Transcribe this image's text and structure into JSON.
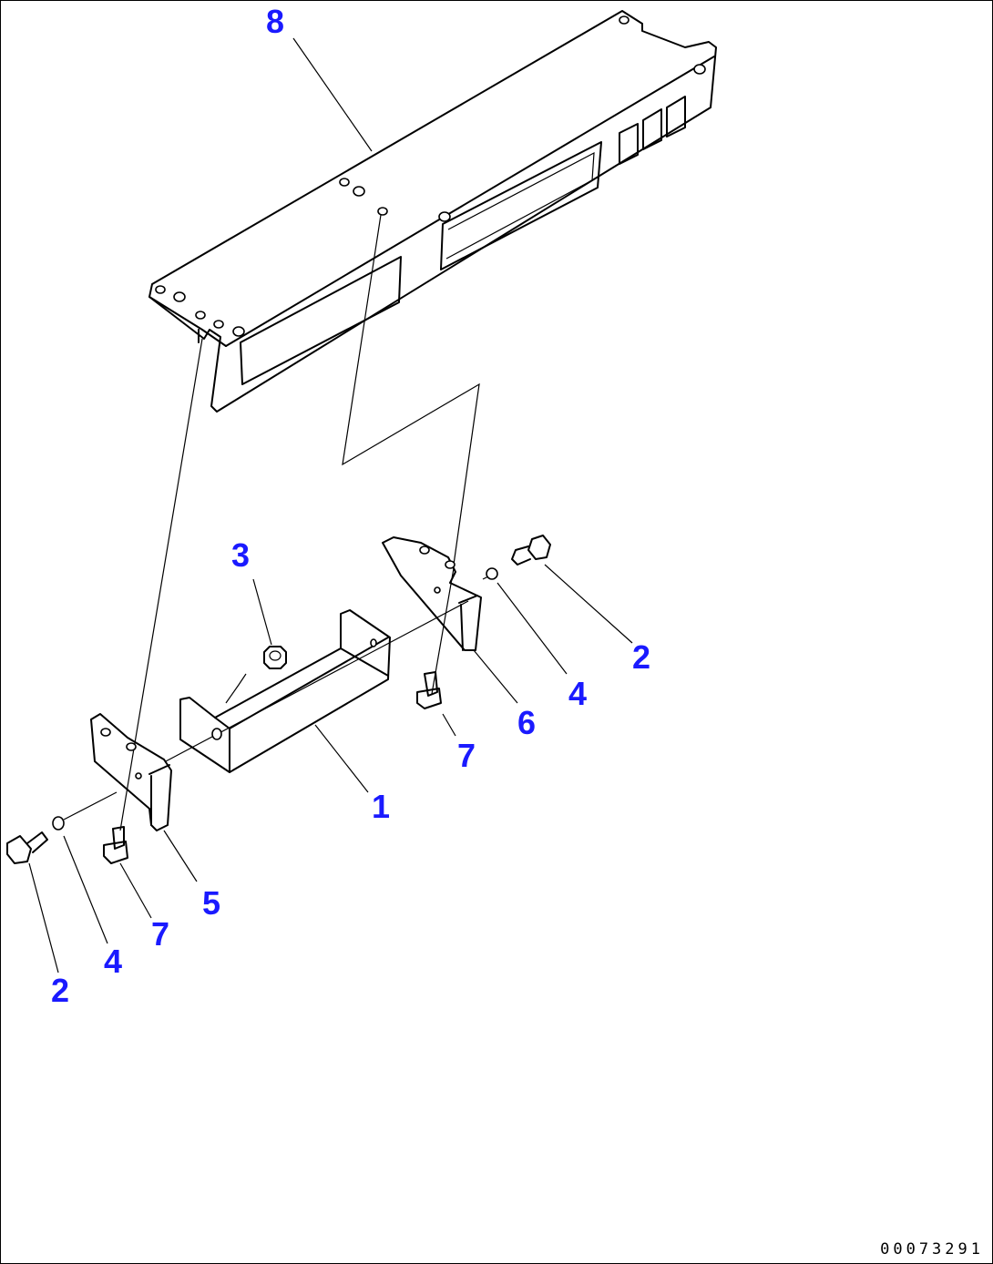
{
  "callouts": {
    "c8": "8",
    "c3": "3",
    "c2_right": "2",
    "c4_right": "4",
    "c6": "6",
    "c7_right": "7",
    "c1": "1",
    "c5": "5",
    "c7_left": "7",
    "c4_left": "4",
    "c2_left": "2"
  },
  "drawing_number": "00073291",
  "colors": {
    "callout": "#1a1aff",
    "line": "#000000",
    "background": "#ffffff"
  }
}
